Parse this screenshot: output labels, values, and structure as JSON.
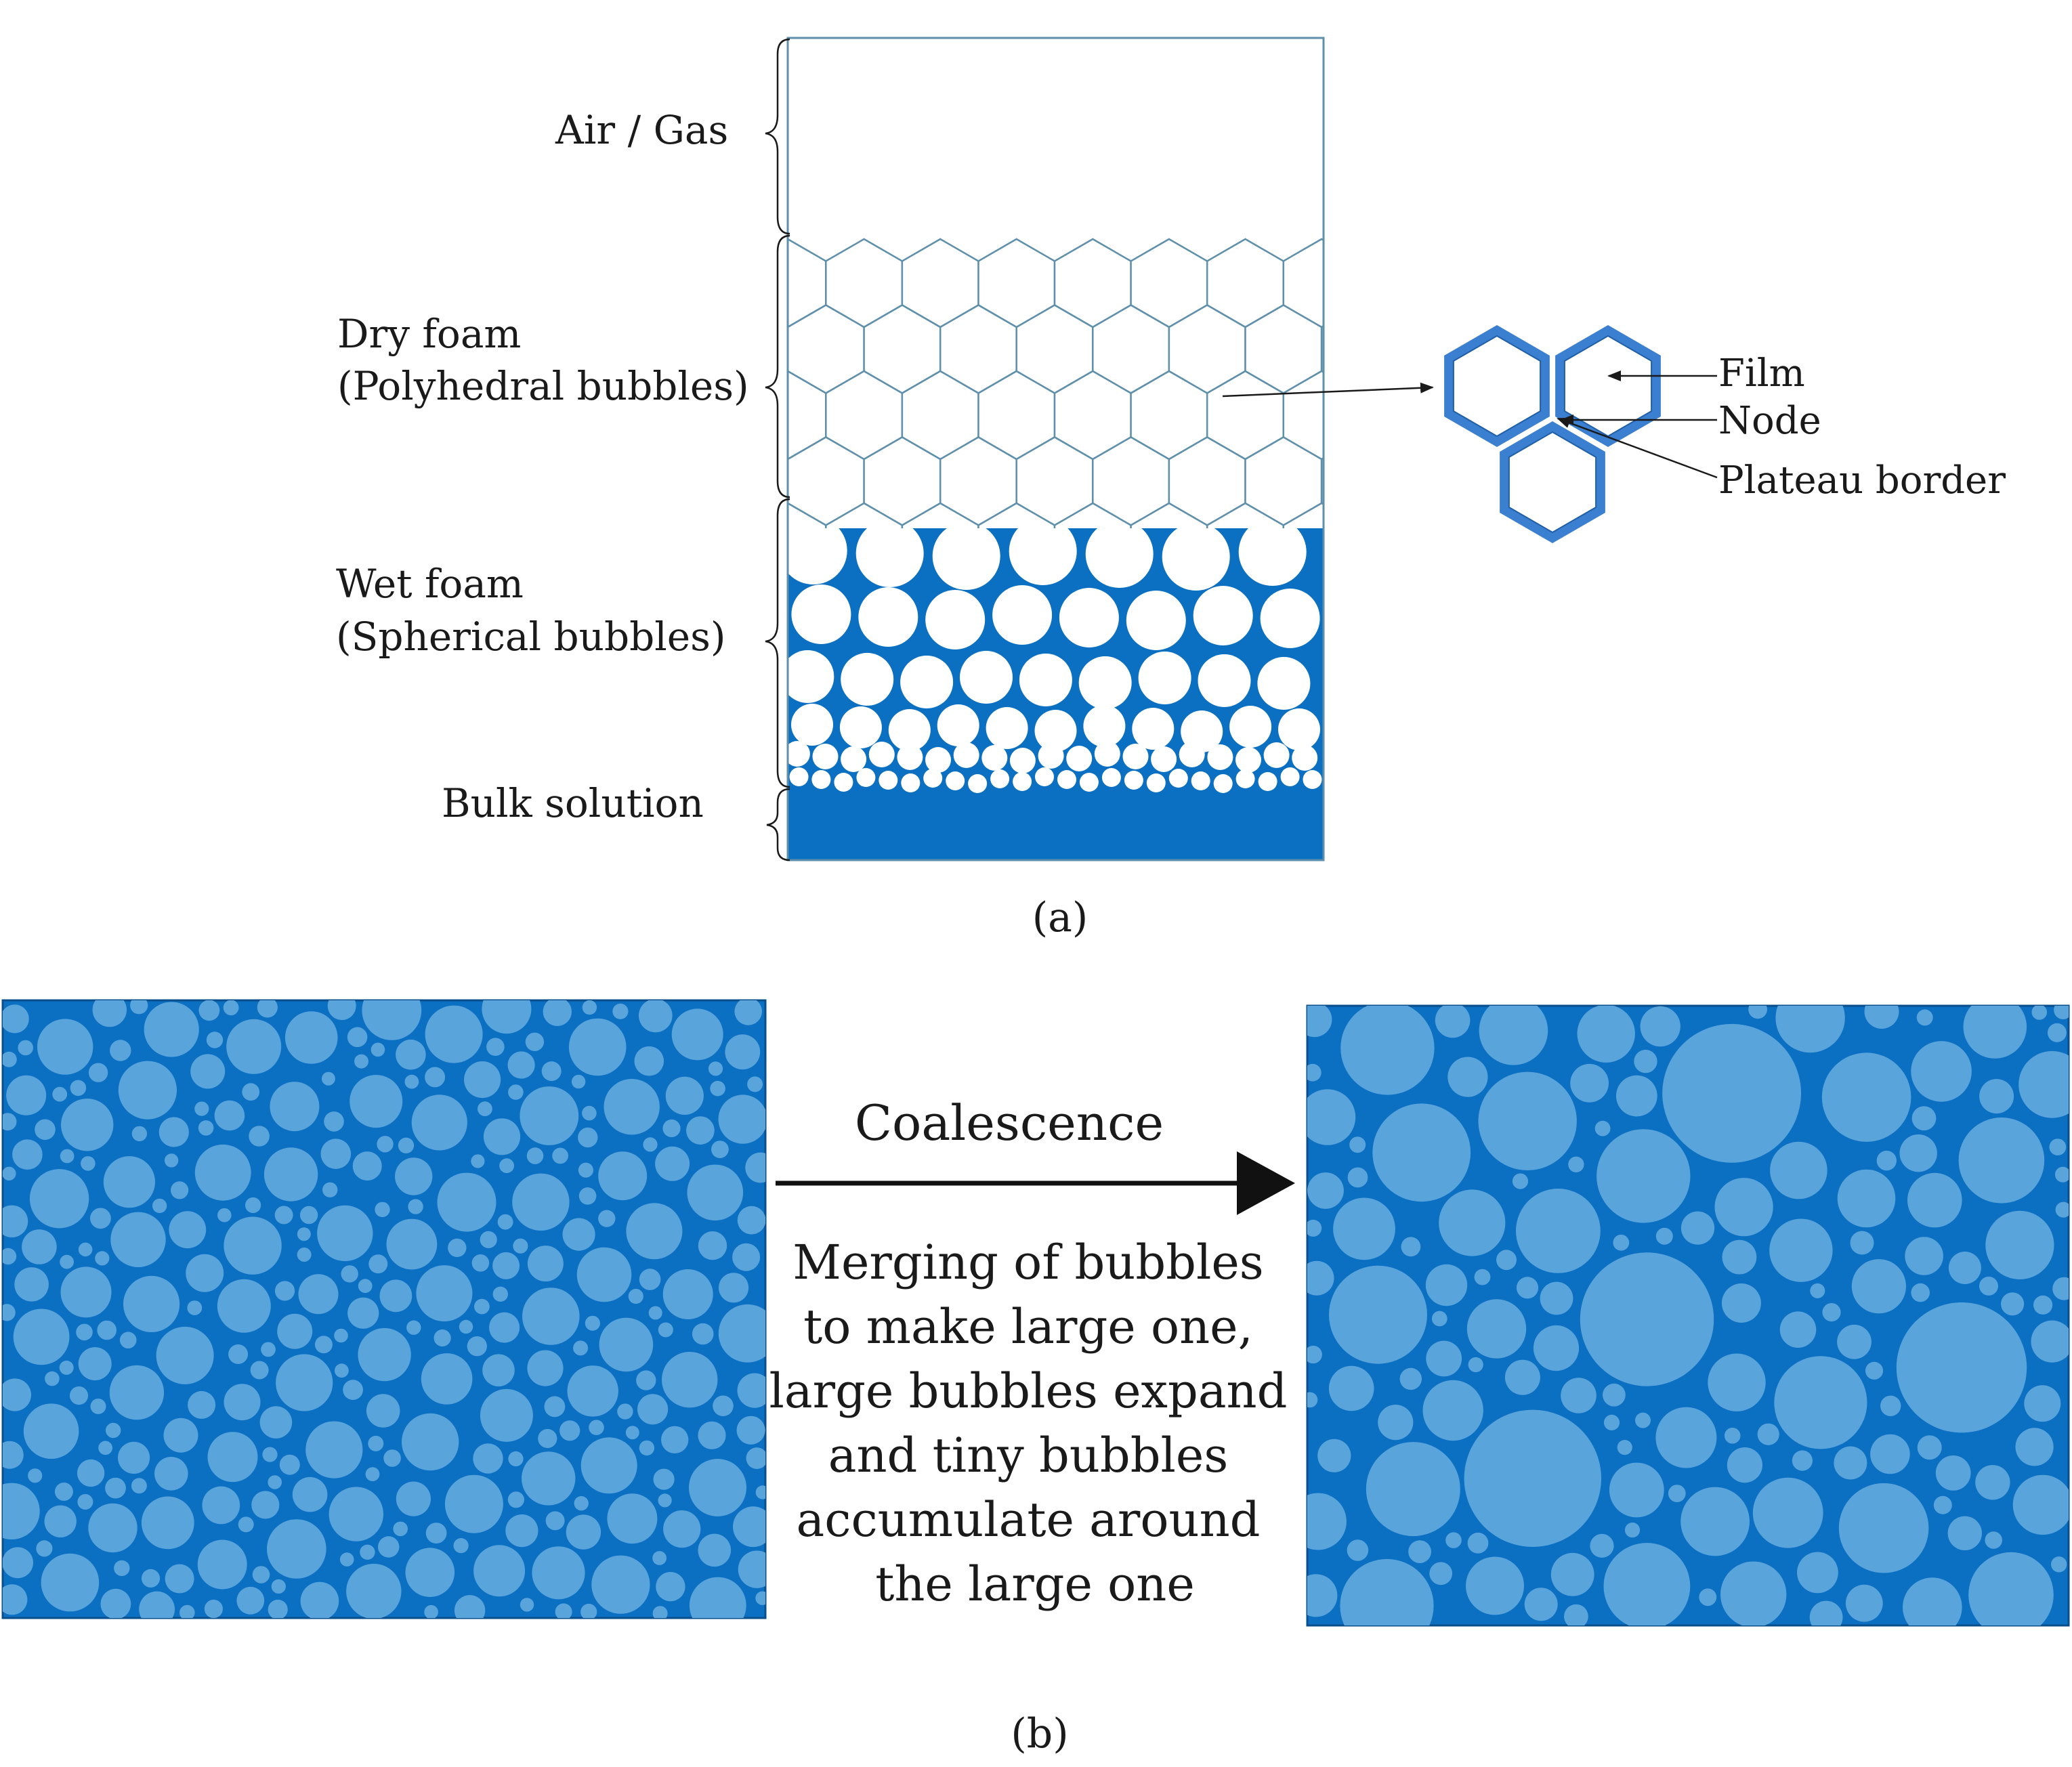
{
  "colors": {
    "liquid": "#0b6fc2",
    "bubble_light": "#5aa4dc",
    "outline": "#5e8fab",
    "hex_cell": "#3b7fd0",
    "ink": "#1a1a1a",
    "background": "#ffffff"
  },
  "panel_a": {
    "caption": "(a)",
    "layers": {
      "air_gas": "Air / Gas",
      "dry_foam_line1": "Dry foam",
      "dry_foam_line2": "(Polyhedral bubbles)",
      "wet_foam_line1": "Wet foam",
      "wet_foam_line2": "(Spherical bubbles)",
      "bulk_solution": "Bulk solution"
    },
    "inset_labels": {
      "film": "Film",
      "node": "Node",
      "plateau_border": "Plateau border"
    }
  },
  "panel_b": {
    "caption": "(b)",
    "process_title": "Coalescence",
    "description_lines": [
      "Merging of bubbles",
      "to make large one,",
      "large bubbles expand",
      "and tiny bubbles",
      "accumulate around",
      "the large one"
    ]
  }
}
